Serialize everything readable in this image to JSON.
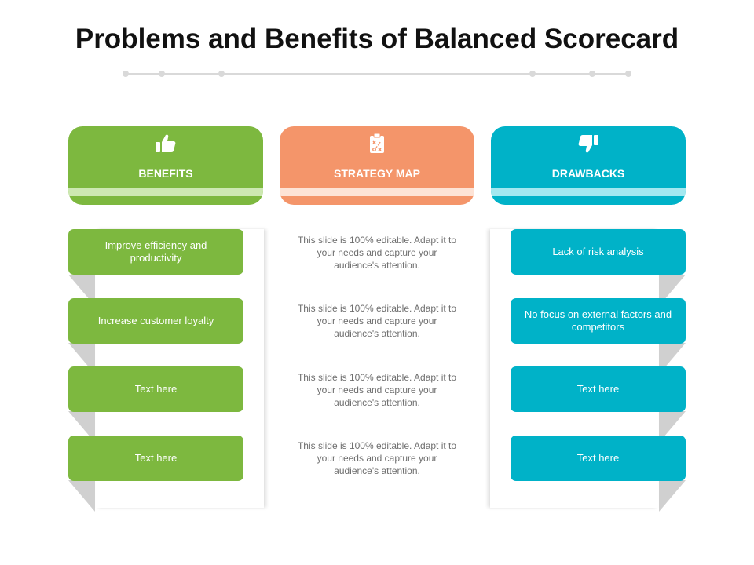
{
  "title": "Problems and Benefits of Balanced Scorecard",
  "colors": {
    "benefits": "#7db83f",
    "strategy": "#f4956a",
    "drawbacks": "#00b2c8",
    "fold_shadow": "#d0d0d0",
    "deco_line": "#d9d9d9"
  },
  "headers": {
    "benefits": {
      "label": "BENEFITS",
      "icon": "thumbs-up-icon"
    },
    "strategy": {
      "label": "STRATEGY MAP",
      "icon": "clipboard-strategy-icon"
    },
    "drawbacks": {
      "label": "DRAWBACKS",
      "icon": "thumbs-down-icon"
    }
  },
  "benefits": [
    "Improve efficiency and productivity",
    "Increase customer loyalty",
    "Text here",
    "Text here"
  ],
  "descriptions": [
    "This slide is 100% editable. Adapt it to your needs and capture your audience's attention.",
    "This slide is 100% editable. Adapt it to your needs and capture your audience's attention.",
    "This slide is 100% editable. Adapt it to your needs and capture your audience's attention.",
    "This slide is 100% editable. Adapt it to your needs and capture your audience's attention."
  ],
  "drawbacks": [
    "Lack of risk analysis",
    "No focus on external factors and competitors",
    "Text here",
    "Text here"
  ]
}
